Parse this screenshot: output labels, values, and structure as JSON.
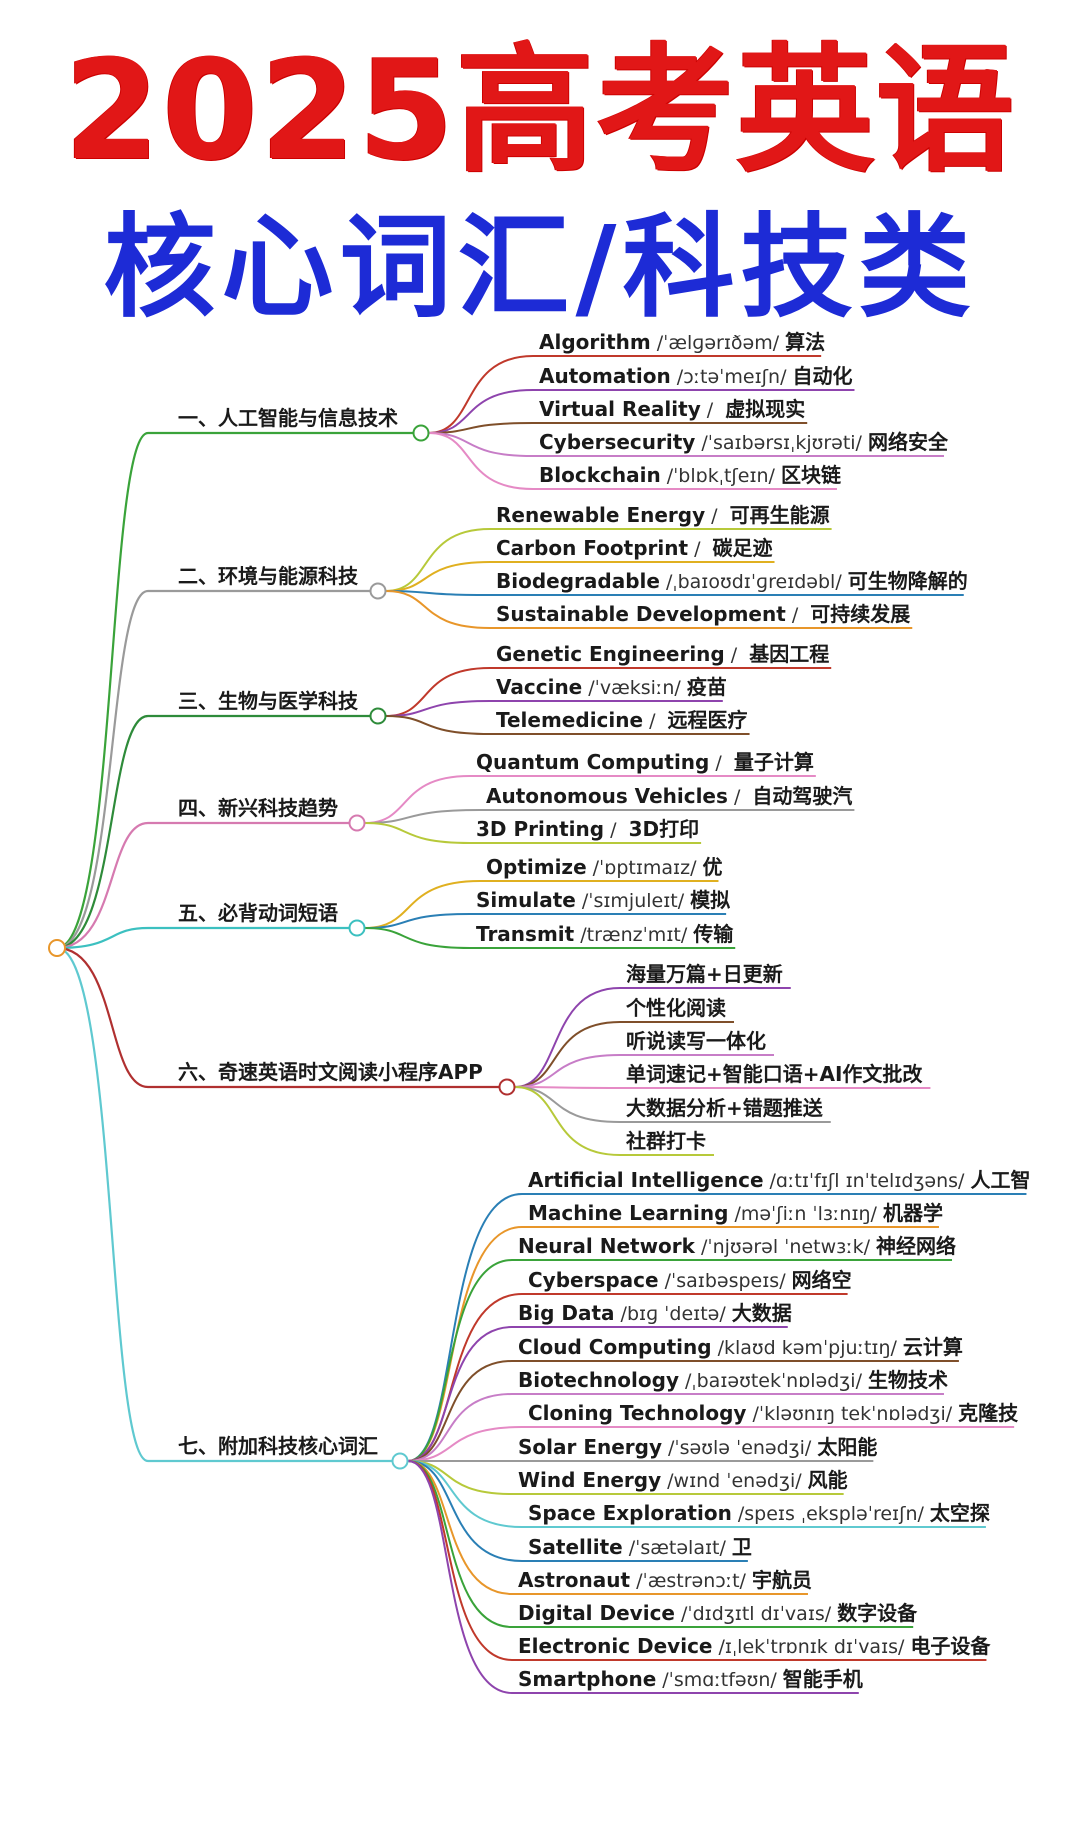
{
  "title": {
    "main": "2025高考英语",
    "sub": "核心词汇/科技类"
  },
  "branches": [
    {
      "label": "一、人工智能与信息技术",
      "color": "#3aa33a",
      "items": [
        {
          "word": "Algorithm",
          "ipa": "/ˈælɡərɪðəm/",
          "cn": "算法",
          "color": "#c0392b"
        },
        {
          "word": "Automation",
          "sep": " ",
          "ipa": "/ɔːtəˈmeɪʃn/",
          "cn": "自动化",
          "color": "#8e44ad"
        },
        {
          "word": "Virtual Reality",
          "sep": " / ",
          "cn": "虚拟现实",
          "color": "#7f4f2a"
        },
        {
          "word": "Cybersecurity",
          "ipa": "/ˈsaɪbərsɪˌkjʊrəti/",
          "cn": "网络安全",
          "color": "#c77dc7"
        },
        {
          "word": "Blockchain",
          "ipa": "/ˈblɒkˌtʃeɪn/",
          "cn": "区块链",
          "color": "#e58ac5"
        }
      ]
    },
    {
      "label": "二、环境与能源科技",
      "color": "#9a9a9a",
      "items": [
        {
          "word": "Renewable Energy",
          "sep": " / ",
          "cn": "可再生能源",
          "color": "#b7c93a"
        },
        {
          "word": "Carbon Footprint",
          "sep": " / ",
          "cn": "碳足迹",
          "color": "#e0b020"
        },
        {
          "word": "Biodegradable",
          "ipa": "/ˌbaɪoʊdɪˈɡreɪdəbl/",
          "cn": "可生物降解的",
          "color": "#2a7fb5"
        },
        {
          "word": "Sustainable Development",
          "sep": " / ",
          "cn": "可持续发展",
          "color": "#e8962a"
        }
      ]
    },
    {
      "label": "三、生物与医学科技",
      "color": "#2e8b3a",
      "items": [
        {
          "word": "Genetic Engineering",
          "sep": " / ",
          "cn": "基因工程",
          "color": "#c0392b"
        },
        {
          "word": "Vaccine",
          "ipa": "/ˈvæksiːn/",
          "cn": "疫苗",
          "color": "#8e44ad"
        },
        {
          "word": "Telemedicine",
          "sep": " / ",
          "cn": "远程医疗",
          "color": "#7f4f2a"
        }
      ]
    },
    {
      "label": "四、新兴科技趋势",
      "color": "#d67ab0",
      "items": [
        {
          "word": "Quantum Computing",
          "sep": " / ",
          "cn": "量子计算",
          "color": "#e58ac5"
        },
        {
          "word": "Autonomous Vehicles",
          "sep": " / ",
          "cn": "自动驾驶汽",
          "color": "#9a9a9a"
        },
        {
          "word": "3D Printing",
          "sep": " / ",
          "cn": "3D打印",
          "color": "#b7c93a"
        }
      ]
    },
    {
      "label": "五、必背动词短语",
      "color": "#3cc0c0",
      "items": [
        {
          "word": "Optimize",
          "ipa": "/ˈɒptɪmaɪz/",
          "cn": "优",
          "color": "#e0b020"
        },
        {
          "word": "Simulate",
          "ipa": "/ˈsɪmjuleɪt/",
          "cn": "模拟",
          "color": "#2a7fb5"
        },
        {
          "word": "Transmit",
          "sep": " ",
          "ipa": "/trænzˈmɪt/",
          "cn": "传输",
          "color": "#3aa33a"
        }
      ]
    },
    {
      "label": "六、奇速英语时文阅读小程序APP",
      "color": "#b03030",
      "items": [
        {
          "word": "海量万篇+日更新",
          "color": "#8e44ad"
        },
        {
          "word": "个性化阅读",
          "color": "#7f4f2a"
        },
        {
          "word": "听说读写一体化",
          "color": "#c77dc7"
        },
        {
          "word": "单词速记+智能口语+AI作文批改",
          "color": "#e58ac5"
        },
        {
          "word": "大数据分析+错题推送",
          "color": "#9a9a9a"
        },
        {
          "word": "社群打卡",
          "color": "#b7c93a"
        }
      ]
    },
    {
      "label": "七、附加科技核心词汇",
      "color": "#5fc9d0",
      "items": [
        {
          "word": "Artificial Intelligence",
          "ipa": "/ɑːtɪˈfɪʃl ɪnˈtelɪdʒəns/",
          "cn": "人工智",
          "color": "#2a7fb5"
        },
        {
          "word": "Machine Learning",
          "ipa": "/məˈʃiːn ˈlɜːnɪŋ/",
          "cn": "机器学",
          "color": "#e8962a"
        },
        {
          "word": "Neural Network",
          "ipa": "/ˈnjʊərəl ˈnetwɜːk/",
          "cn": "神经网络",
          "color": "#3aa33a"
        },
        {
          "word": "Cyberspace",
          "ipa": "/ˈsaɪbəspeɪs/",
          "cn": "网络空",
          "color": "#c0392b"
        },
        {
          "word": "Big Data",
          "ipa": "/bɪɡ ˈdeɪtə/",
          "cn": "大数据",
          "color": "#8e44ad"
        },
        {
          "word": "Cloud Computing",
          "ipa": "/klaʊd kəmˈpjuːtɪŋ/",
          "cn": "云计算",
          "color": "#7f4f2a"
        },
        {
          "word": "Biotechnology",
          "ipa": "/ˌbaɪəʊtekˈnɒlədʒi/",
          "cn": "生物技术",
          "color": "#c77dc7"
        },
        {
          "word": "Cloning Technology",
          "ipa": "/ˈkləʊnɪŋ tekˈnɒlədʒi/",
          "cn": "克隆技",
          "color": "#e58ac5"
        },
        {
          "word": "Solar Energy",
          "ipa": "/ˈsəʊlə ˈenədʒi/",
          "cn": "太阳能",
          "color": "#9a9a9a"
        },
        {
          "word": "Wind Energy",
          "ipa": "/wɪnd ˈenədʒi/",
          "cn": "风能",
          "color": "#b7c93a"
        },
        {
          "word": "Space Exploration",
          "ipa": "/speɪs ˌekspləˈreɪʃn/",
          "cn": "太空探",
          "color": "#5fc9d0"
        },
        {
          "word": "Satellite",
          "ipa": "/ˈsætəlaɪt/",
          "cn": "卫",
          "color": "#2a7fb5"
        },
        {
          "word": "Astronaut",
          "ipa": "/ˈæstrənɔːt/",
          "cn": "宇航员",
          "color": "#e8962a"
        },
        {
          "word": "Digital Device",
          "ipa": "/ˈdɪdʒɪtl dɪˈvaɪs/",
          "cn": "数字设备",
          "color": "#3aa33a"
        },
        {
          "word": "Electronic Device",
          "ipa": "/ɪˌlekˈtrɒnɪk dɪˈvaɪs/",
          "cn": "电子设备",
          "color": "#c0392b"
        },
        {
          "word": "Smartphone",
          "ipa": "/ˈsmɑːtfəʊn/",
          "cn": "智能手机",
          "color": "#8e44ad"
        }
      ]
    }
  ]
}
